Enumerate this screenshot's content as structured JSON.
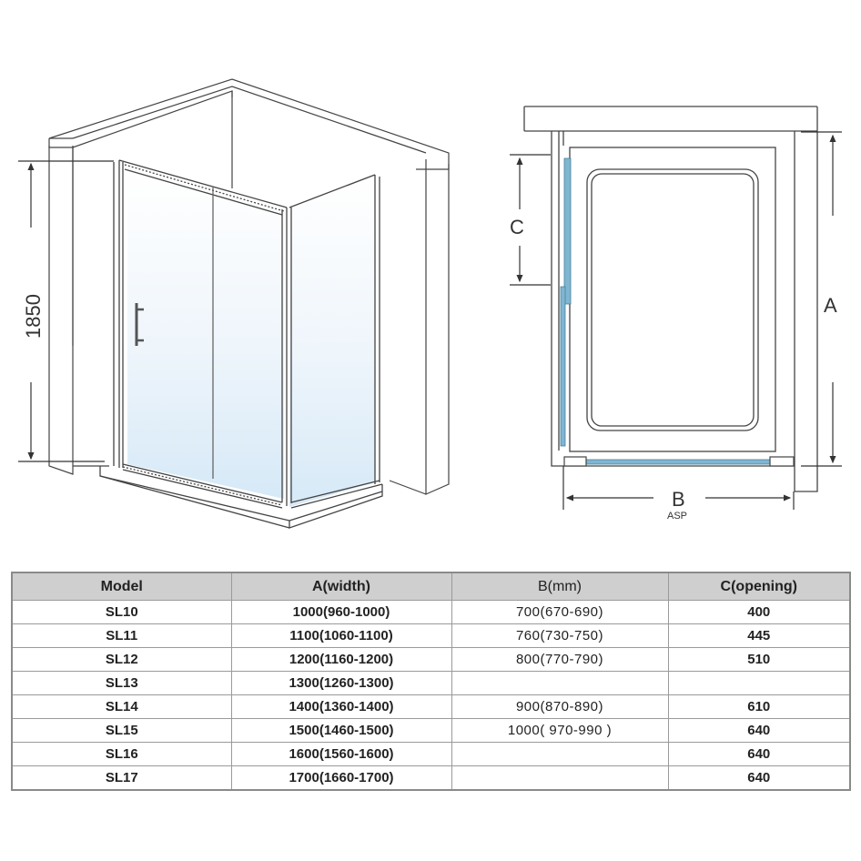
{
  "diagram": {
    "perspective_view": {
      "height_label": "1850"
    },
    "plan_view": {
      "label_a": "A",
      "label_b": "B",
      "label_b_sub": "ASP",
      "label_c": "C",
      "glass_color": "#7fb6d2"
    }
  },
  "table": {
    "headers": [
      "Model",
      "A(width)",
      "B(mm)",
      "C(opening)"
    ],
    "rows": [
      {
        "model": "SL10",
        "a": "1000(960-1000)",
        "b": "700(670-690)",
        "c": "400"
      },
      {
        "model": "SL11",
        "a": "1100(1060-1100)",
        "b": "760(730-750)",
        "c": "445"
      },
      {
        "model": "SL12",
        "a": "1200(1160-1200)",
        "b": "800(770-790)",
        "c": "510"
      },
      {
        "model": "SL13",
        "a": "1300(1260-1300)",
        "b": "",
        "c": ""
      },
      {
        "model": "SL14",
        "a": "1400(1360-1400)",
        "b": "900(870-890)",
        "c": "610"
      },
      {
        "model": "SL15",
        "a": "1500(1460-1500)",
        "b": "1000( 970-990 )",
        "c": "640"
      },
      {
        "model": "SL16",
        "a": "1600(1560-1600)",
        "b": "",
        "c": "640"
      },
      {
        "model": "SL17",
        "a": "1700(1660-1700)",
        "b": "",
        "c": "640"
      }
    ]
  }
}
